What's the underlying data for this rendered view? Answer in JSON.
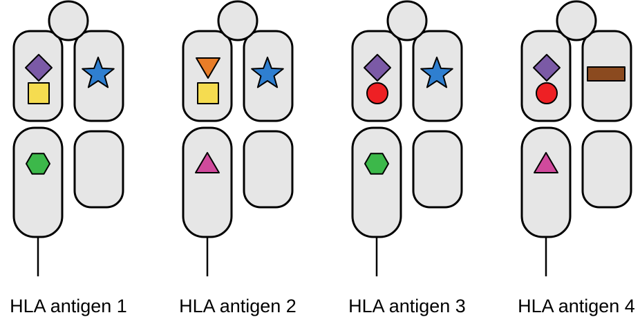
{
  "colors": {
    "domain_fill": "#e6e6e6",
    "outline": "#000000",
    "purple": "#7b5aa6",
    "yellow": "#f5dc50",
    "blue": "#2f7fd0",
    "green": "#3cb84a",
    "orange": "#e87d28",
    "magenta": "#d04a9c",
    "red": "#ee2024",
    "brown": "#8b4a1f"
  },
  "antigens": [
    {
      "label": "HLA antigen 1",
      "upper_left": [
        "purple-diamond",
        "yellow-square"
      ],
      "upper_right": [
        "blue-star"
      ],
      "lower_left": [
        "green-hexagon"
      ]
    },
    {
      "label": "HLA antigen 2",
      "upper_left": [
        "orange-triangle-down",
        "yellow-square"
      ],
      "upper_right": [
        "blue-star"
      ],
      "lower_left": [
        "magenta-triangle"
      ]
    },
    {
      "label": "HLA antigen 3",
      "upper_left": [
        "purple-diamond",
        "red-circle"
      ],
      "upper_right": [
        "blue-star"
      ],
      "lower_left": [
        "green-hexagon"
      ]
    },
    {
      "label": "HLA antigen 4",
      "upper_left": [
        "purple-diamond",
        "red-circle"
      ],
      "upper_right": [
        "brown-bar"
      ],
      "lower_left": [
        "magenta-triangle"
      ]
    }
  ]
}
